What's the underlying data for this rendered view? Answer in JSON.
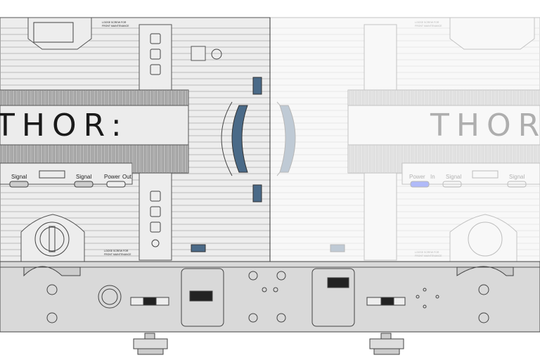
{
  "drawing": {
    "left_panel": {
      "logo": "THOR:",
      "connectors": [
        "Signal",
        "Signal",
        "Power",
        "Out"
      ],
      "screw_note": [
        "LOOSE SCREW FOR",
        "FRONT MAINTENANCE"
      ]
    },
    "right_panel": {
      "logo": "THOR:",
      "connectors": [
        "Power",
        "In",
        "Signal",
        "Signal"
      ],
      "screw_note": [
        "LOOSE SCREW FOR",
        "FRONT MAINTENANCE"
      ]
    }
  },
  "colors": {
    "latch_blue": "#4a6a88",
    "power_in_blue": "#9aa8f0",
    "frame_gray": "#d9d9d9"
  }
}
